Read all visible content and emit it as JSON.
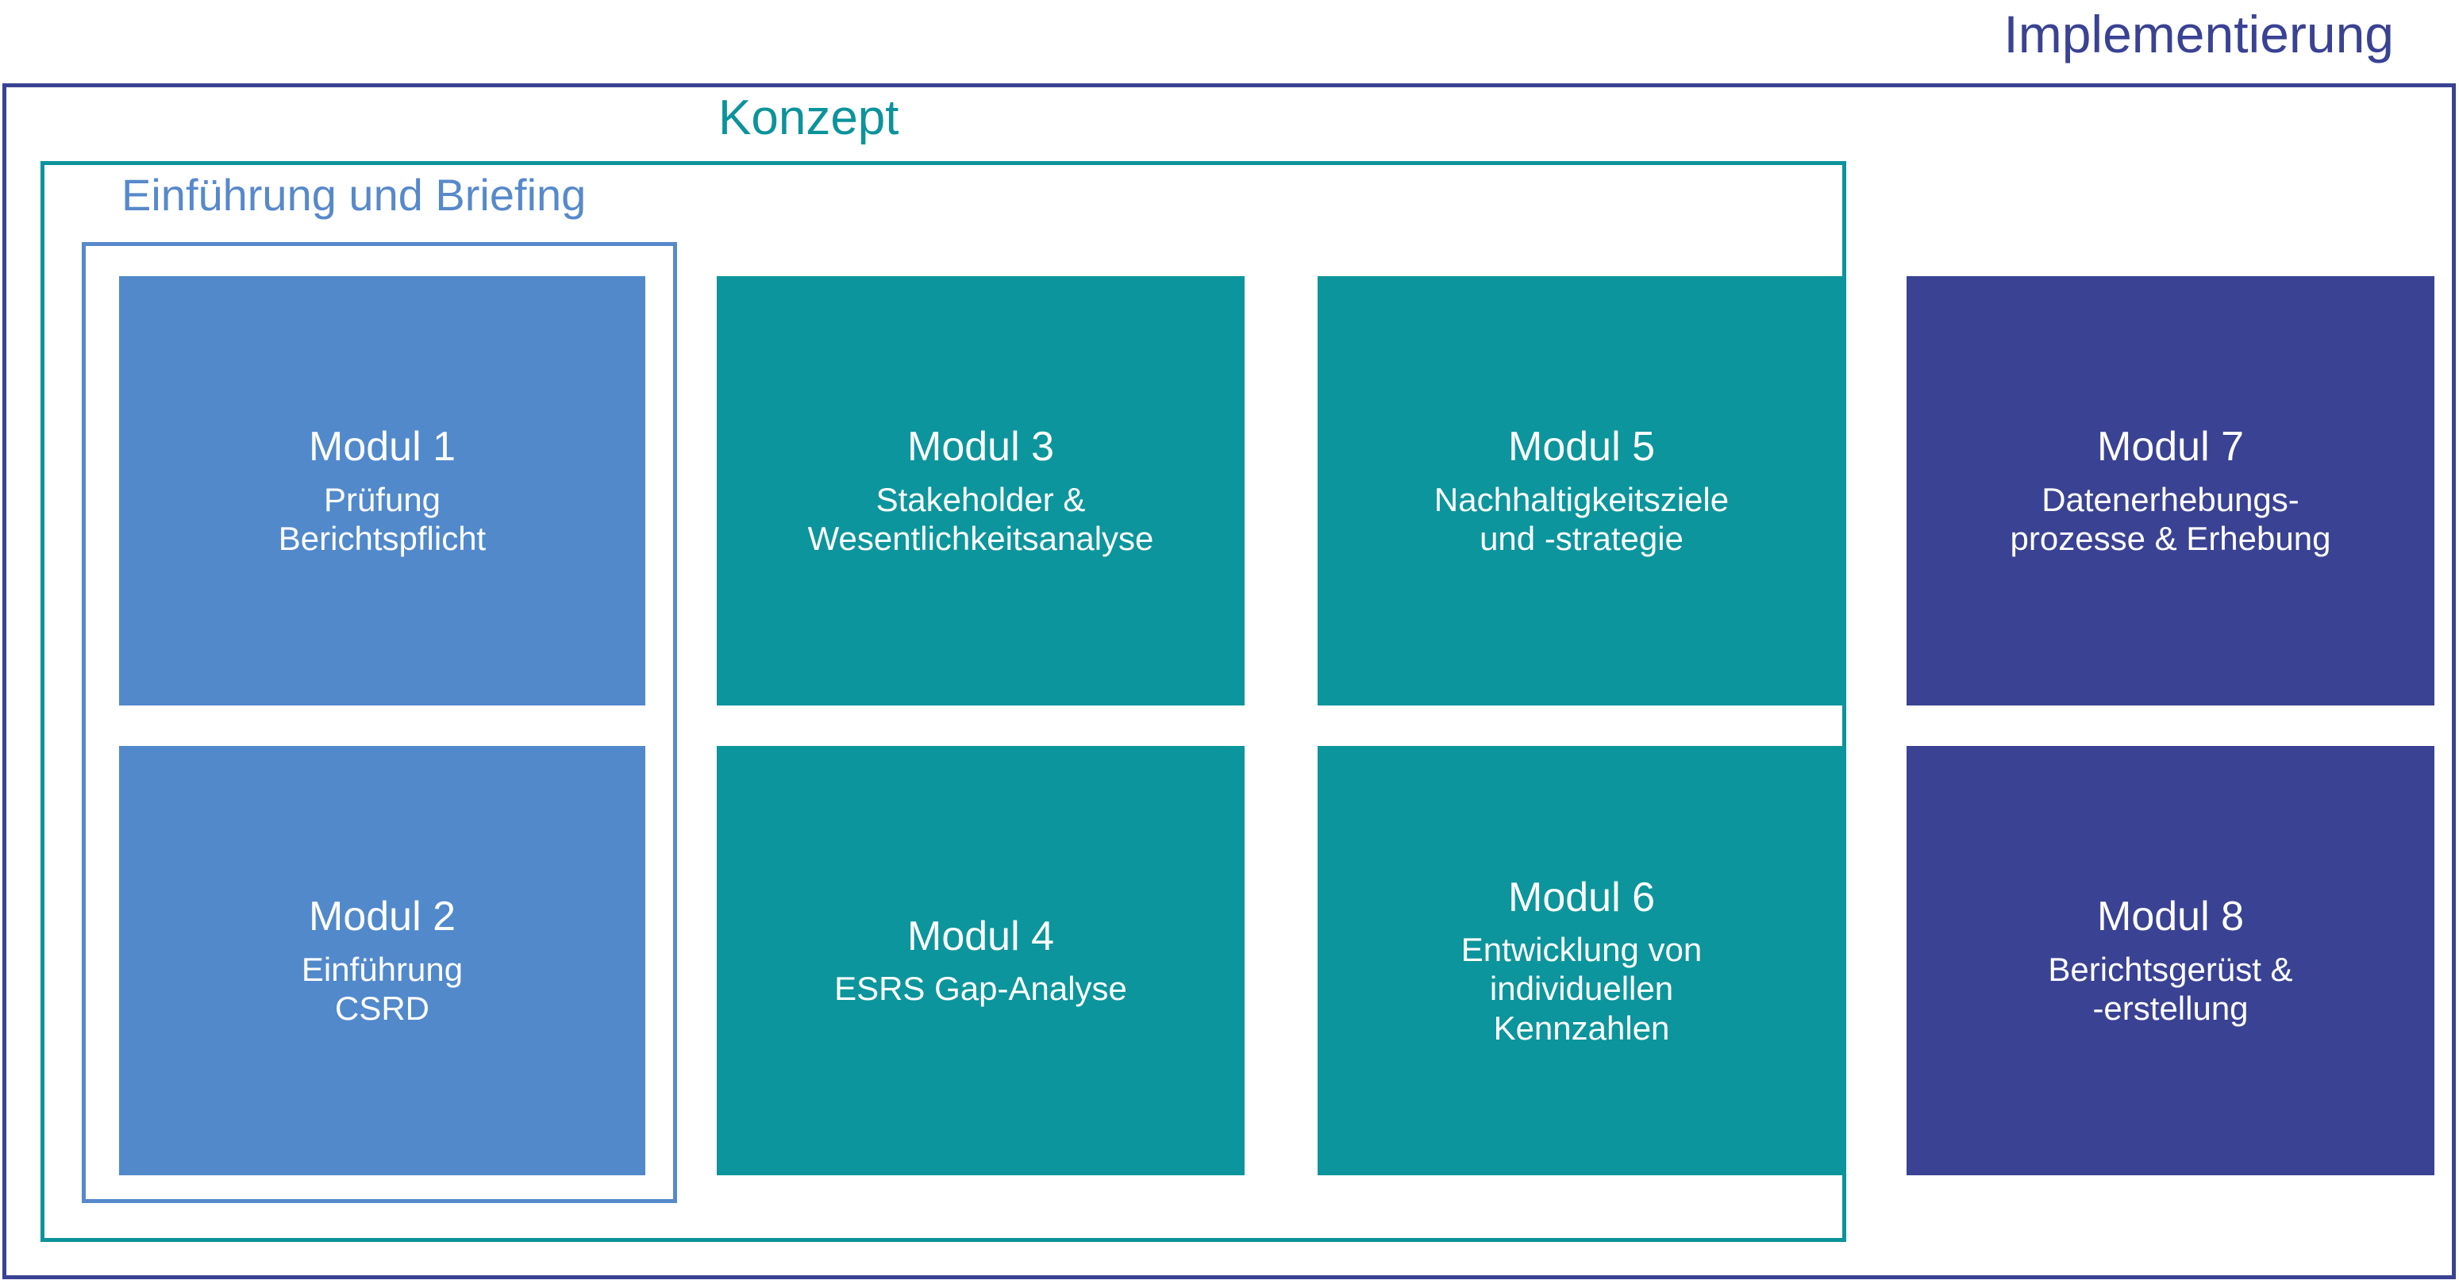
{
  "frames": [
    {
      "id": "implementierung",
      "label": "Implementierung",
      "color": "#3a4293"
    },
    {
      "id": "konzept",
      "label": "Konzept",
      "color": "#0c939b"
    },
    {
      "id": "einfuehrung",
      "label": "Einführung und Briefing",
      "color": "#5789cb"
    }
  ],
  "modules": [
    {
      "title": "Modul 1",
      "subtitle_lines": [
        "Prüfung",
        "Berichtspflicht"
      ],
      "color": "#5189cb",
      "group": "Einführung und Briefing"
    },
    {
      "title": "Modul 2",
      "subtitle_lines": [
        "Einführung",
        "CSRD"
      ],
      "color": "#5189cb",
      "group": "Einführung und Briefing"
    },
    {
      "title": "Modul 3",
      "subtitle_lines": [
        "Stakeholder &",
        "Wesentlichkeitsanalyse"
      ],
      "color": "#0c959c",
      "group": "Konzept"
    },
    {
      "title": "Modul 4",
      "subtitle_lines": [
        "ESRS Gap-Analyse"
      ],
      "color": "#0c959c",
      "group": "Konzept"
    },
    {
      "title": "Modul 5",
      "subtitle_lines": [
        "Nachhaltigkeitsziele",
        "und -strategie"
      ],
      "color": "#0c959c",
      "group": "Konzept"
    },
    {
      "title": "Modul 6",
      "subtitle_lines": [
        "Entwicklung von",
        "individuellen",
        "Kennzahlen"
      ],
      "color": "#0c959c",
      "group": "Konzept"
    },
    {
      "title": "Modul 7",
      "subtitle_lines": [
        "Datenerhebungs-",
        "prozesse & Erhebung"
      ],
      "color": "#3a4293",
      "group": "Implementierung"
    },
    {
      "title": "Modul 8",
      "subtitle_lines": [
        "Berichtsgerüst &",
        "-erstellung"
      ],
      "color": "#3a4293",
      "group": "Implementierung"
    }
  ]
}
